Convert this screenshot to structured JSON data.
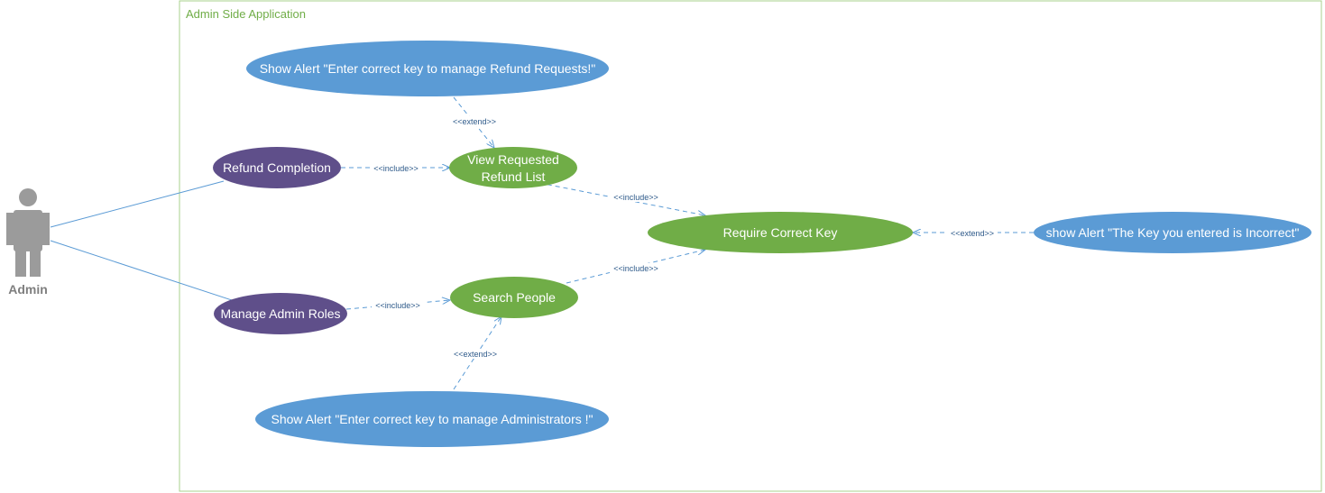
{
  "system": {
    "title": "Admin Side Application"
  },
  "actor": {
    "name": "Admin"
  },
  "use_cases": {
    "alert_refund": "Show Alert \"Enter correct key to manage Refund Requests!\"",
    "refund_completion": "Refund Completion",
    "view_refund_line1": "View Requested",
    "view_refund_line2": "Refund List",
    "require_key": "Require Correct Key",
    "alert_incorrect": "show Alert \"The Key you entered is Incorrect\"",
    "manage_admin_roles": "Manage Admin Roles",
    "search_people": "Search People",
    "alert_admins": "Show Alert \"Enter correct key to manage Administrators !\""
  },
  "relations": {
    "extend_refund": "<<extend>>",
    "include_refund": "<<include>>",
    "include_view_key": "<<include>>",
    "extend_incorrect": "<<extend>>",
    "include_admin": "<<include>>",
    "include_search_key": "<<include>>",
    "extend_admins": "<<extend>>"
  },
  "colors": {
    "blue_usecase": "#5b9bd5",
    "green_usecase": "#70ad47",
    "purple_usecase": "#5f4f8a",
    "actor_gray": "#9b9b9b",
    "boundary": "#70ad47",
    "connector": "#5b9bd5"
  }
}
